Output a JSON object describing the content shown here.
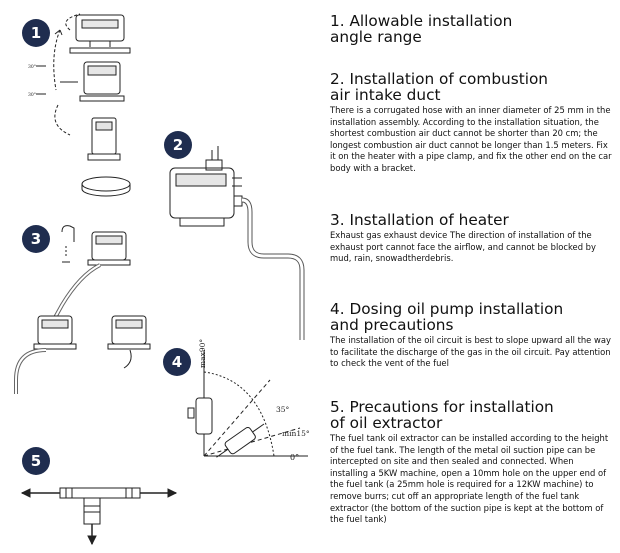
{
  "badges": [
    "1",
    "2",
    "3",
    "4",
    "5"
  ],
  "angle_labels": {
    "top_tick": "30°",
    "bottom_tick": "30°",
    "max90": "max90°",
    "deg35": "35°",
    "min15": "min15°",
    "deg0": "0°"
  },
  "sections": [
    {
      "title_line1": "1. Allowable installation",
      "title_line2": "angle range",
      "body": ""
    },
    {
      "title_line1": "2. Installation of combustion",
      "title_line2": "air intake duct",
      "body": "There is a corrugated hose with an inner diameter of 25 mm in the installation assembly. According to the installation situation, the shortest combustion air duct cannot be shorter than 20 cm; the longest combustion air duct cannot be longer than 1.5 meters. Fix it on the heater with a pipe clamp, and fix the other end on the car body with a bracket."
    },
    {
      "title_line1": "3. Installation of heater",
      "title_line2": "",
      "body": "Exhaust gas exhaust device The direction of installation of the exhaust port cannot face the airflow, and cannot be blocked by mud, rain, snowadtherdebris."
    },
    {
      "title_line1": "4. Dosing oil pump installation",
      "title_line2": "and precautions",
      "body": "The installation of the oil circuit is best to slope upward all the way to facilitate the discharge of the gas in the oil circuit. Pay attention to check the vent of the fuel"
    },
    {
      "title_line1": "5. Precautions for installation",
      "title_line2": "of oil extractor",
      "body": "The fuel tank oil extractor can be installed according to the height of the fuel tank. The length of the metal oil suction pipe can be intercepted on site and then sealed and connected. When installing a 5KW machine, open a 10mm hole on the upper end of the fuel tank (a 25mm hole is required for a 12KW machine) to remove burrs; cut off an appropriate length of the fuel tank extractor (the bottom of the suction pipe is kept at the bottom of the fuel tank)"
    }
  ]
}
